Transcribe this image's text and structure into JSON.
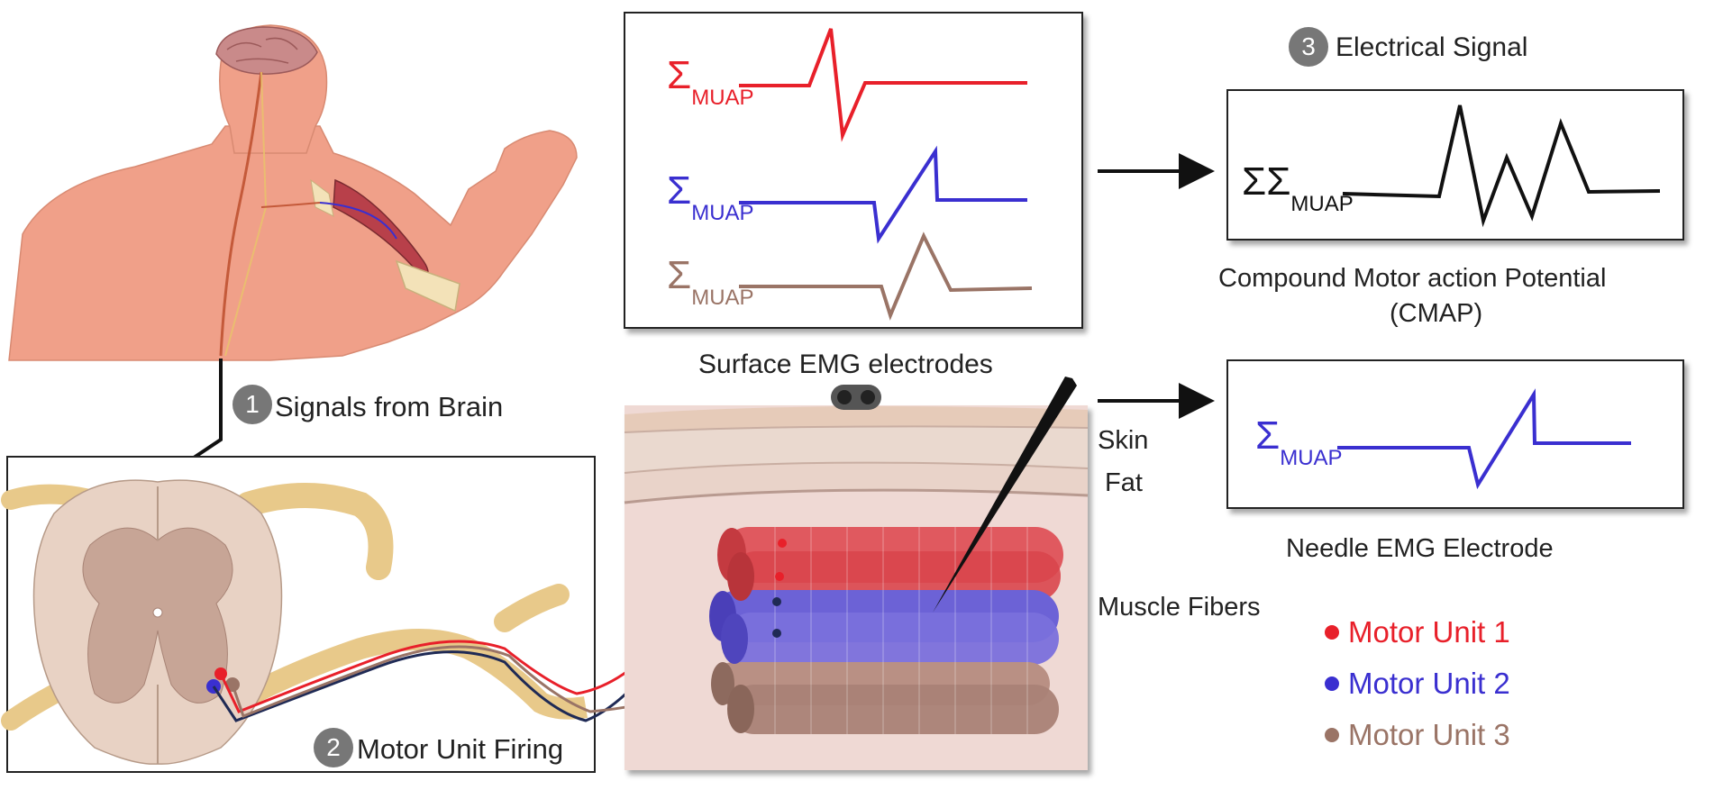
{
  "steps": {
    "step1": {
      "num": "1",
      "label": "Signals from Brain"
    },
    "step2": {
      "num": "2",
      "label": "Motor Unit Firing"
    },
    "step3": {
      "num": "3",
      "label": "Electrical Signal"
    }
  },
  "labels": {
    "surface_emg": "Surface EMG electrodes",
    "cmap_line1": "Compound Motor action Potential",
    "cmap_line2": "(CMAP)",
    "needle_emg": "Needle EMG Electrode",
    "skin": "Skin",
    "fat": "Fat",
    "muscle_fibers": "Muscle Fibers"
  },
  "signals": {
    "sigma": "Σ",
    "double_sigma": "ΣΣ",
    "muap": "MUAP"
  },
  "legend": [
    {
      "label": "Motor Unit 1",
      "color": "#e8202a"
    },
    {
      "label": "Motor Unit 2",
      "color": "#3a2fd0"
    },
    {
      "label": "Motor Unit 3",
      "color": "#9a7466"
    }
  ],
  "colors": {
    "mu1": "#e8202a",
    "mu2": "#3a2fd0",
    "mu3": "#9a7466",
    "cmap": "#111111",
    "skin_body": "#f0a089",
    "nerve": "#e8c98a",
    "spinal_cord": "#e8d2c4"
  }
}
